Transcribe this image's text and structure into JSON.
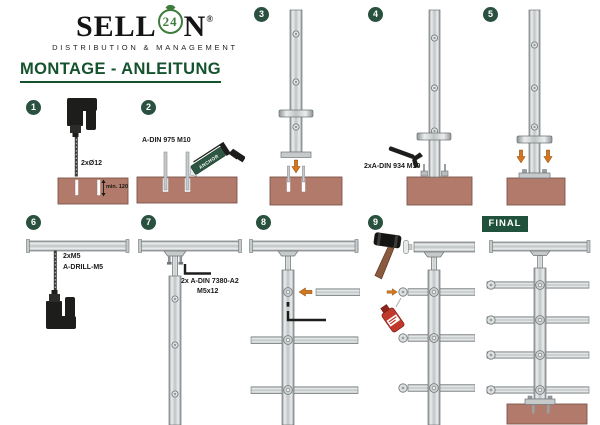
{
  "brand": {
    "word_start": "SELL",
    "circle_number": "24",
    "word_end": "N",
    "registered_mark": "®",
    "tagline": "DISTRIBUTION & MANAGEMENT"
  },
  "title": "MONTAGE - ANLEITUNG",
  "steps": {
    "s1": {
      "num": "1",
      "drill_label": "2xØ12",
      "depth_label": "min. 120"
    },
    "s2": {
      "num": "2",
      "part_label": "A-DIN 975 M10",
      "gun_label": "ANCHOR"
    },
    "s3": {
      "num": "3"
    },
    "s4": {
      "num": "4",
      "part_label": "2xA-DIN 934 M10"
    },
    "s5": {
      "num": "5"
    },
    "s6": {
      "num": "6",
      "qty_label": "2xM5",
      "part_label": "A-DRILL-M5"
    },
    "s7": {
      "num": "7",
      "part_label": "2x A-DIN 7380-A2",
      "size_label": "M5x12"
    },
    "s8": {
      "num": "8"
    },
    "s9": {
      "num": "9"
    },
    "final": {
      "label": "FINAL"
    }
  },
  "colors": {
    "brand_green": "#3e7c3c",
    "heading_green": "#15522e",
    "badge_green": "#2a5140",
    "accent_orange": "#d2771e",
    "concrete": "#b17a6b",
    "anchor_tube_green": "#2e5743",
    "glue_red": "#c0392b"
  }
}
